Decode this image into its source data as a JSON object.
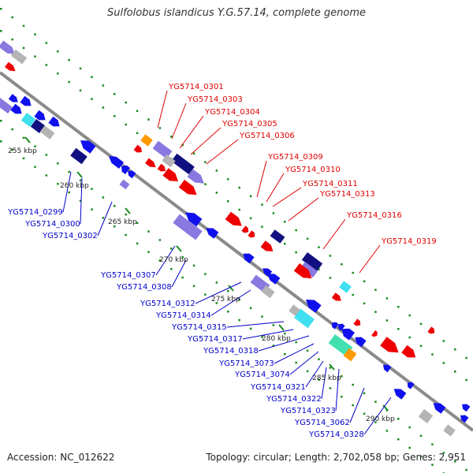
{
  "header": {
    "title": "Sulfolobus islandicus Y.G.57.14, complete genome"
  },
  "footer": {
    "accession": "Accession: NC_012622",
    "topology": "Topology: circular; Length: 2,702,058 bp; Genes: 2,951"
  },
  "colors": {
    "backbone": "#8a8a8a",
    "forward_label": "#e00000",
    "reverse_label": "#0000c8",
    "red_gene": "#ee0000",
    "blue_gene": "#1010ee",
    "navy_gene": "#101080",
    "lavender_gene": "#8878e0",
    "grey_gene": "#b4b4b4",
    "cyan_gene": "#40e0f0",
    "orange_gene": "#ff9900",
    "green_dots": "#1a8a1a",
    "teal_gene": "#40e0b0"
  },
  "ticks": [
    "255 kbp",
    "260 kbp",
    "265 kbp",
    "270 kbp",
    "275 kbp",
    "280 kbp",
    "285 kbp",
    "290 kbp"
  ],
  "forward_labels": [
    "YG5714_0301",
    "YG5714_0303",
    "YG5714_0304",
    "YG5714_0305",
    "YG5714_0306",
    "YG5714_0309",
    "YG5714_0310",
    "YG5714_0311",
    "YG5714_0313",
    "YG5714_0316",
    "YG5714_0319"
  ],
  "reverse_labels": [
    "YG5714_0299",
    "YG5714_0300",
    "YG5714_0302",
    "YG5714_0307",
    "YG5714_0308",
    "YG5714_0312",
    "YG5714_0314",
    "YG5714_0315",
    "YG5714_0317",
    "YG5714_0318",
    "YG5714_3073",
    "YG5714_3074",
    "YG5714_0321",
    "YG5714_0322",
    "YG5714_0323",
    "YG5714_3062",
    "YG5714_0328"
  ]
}
